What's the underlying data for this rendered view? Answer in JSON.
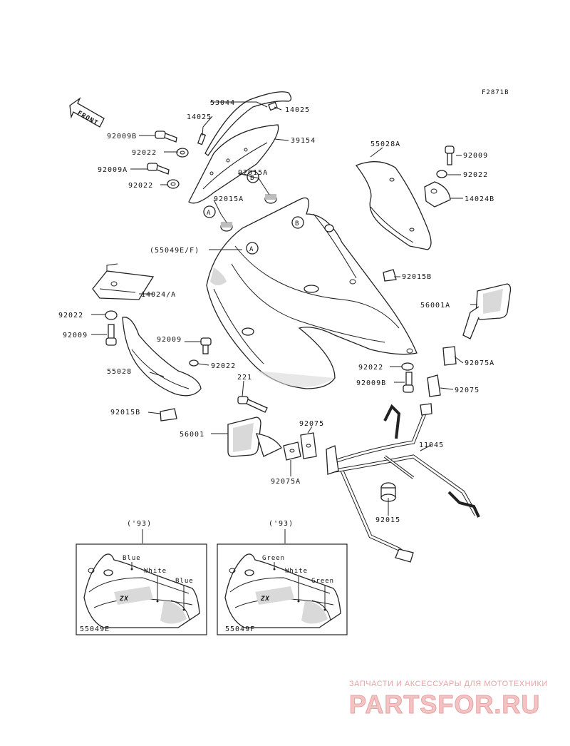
{
  "diagram": {
    "figure_id": "F2871B",
    "front_label": "FRONT",
    "callouts": {
      "p53044": "53044",
      "p14025a": "14025",
      "p14025b": "14025",
      "p39154": "39154",
      "p92009b_1": "92009B",
      "p92022_1": "92022",
      "p92009a": "92009A",
      "p92022_2": "92022",
      "p92015a_1": "92015A",
      "p92015a_2": "92015A",
      "p55049ef": "(55049E/F)",
      "p55028a": "55028A",
      "p92009_1": "92009",
      "p92022_3": "92022",
      "p14024b": "14024B",
      "p92015b": "92015B",
      "p14024a": "14024/A",
      "p92022_4": "92022",
      "p92009_2": "92009",
      "p92009_3": "92009",
      "p92022_5": "92022",
      "p55028": "55028",
      "p92015b_2": "92015B",
      "p56001a": "56001A",
      "p92075a_1": "92075A",
      "p92022_6": "92022",
      "p92009b_2": "92009B",
      "p92075_1": "92075",
      "p221": "221",
      "p56001": "56001",
      "p92075_2": "92075",
      "p92075a_2": "92075A",
      "p11045": "11045",
      "p92015": "92015"
    },
    "markers": {
      "a1": "A",
      "a2": "A",
      "b1": "B",
      "b2": "B"
    },
    "inset_left": {
      "year": "('93)",
      "color_1": "Blue",
      "color_2": "White",
      "color_3": "Blue",
      "part": "55049E"
    },
    "inset_right": {
      "year": "('93)",
      "color_1": "Green",
      "color_2": "White",
      "color_3": "Green",
      "part": "55049F"
    }
  },
  "watermark": {
    "tagline": "ЗАПЧАСТИ И АКСЕССУАРЫ ДЛЯ МОТОТЕХНИКИ",
    "logo": "PARTSFOR.RU"
  }
}
